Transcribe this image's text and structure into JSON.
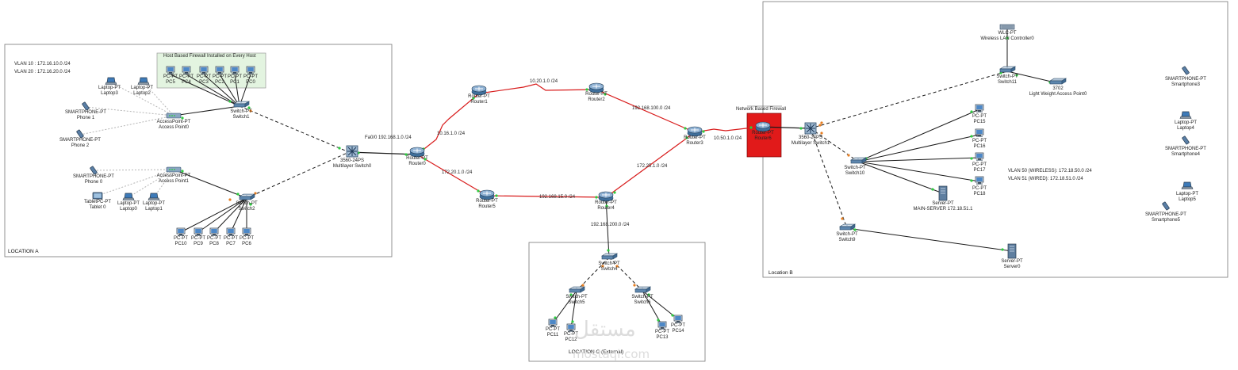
{
  "locations": {
    "a": "LOCATION A",
    "b": "Location B",
    "c": "LOCATION C (External)"
  },
  "hbf_title": "Host Based Firewall Installed on Every Host",
  "nbf_title": "Network Based Firewall",
  "vlan_a": [
    "VLAN 10 : 172.16.10.0 /24",
    "VLAN 20 : 172.16.20.0 /24"
  ],
  "vlan_b": [
    "VLAN 50 (WIRELESS): 172.18.50.0 /24",
    "VLAN 51 (WIRED): 172.18.51.0 /24"
  ],
  "subnets": {
    "r1_r2": "10.20.1.0 /24",
    "r0_r1": "10.16.1.0 /24",
    "ms0_r0": "Fa0/0 192.168.1.0 /24",
    "r0_r5": "172.20.1.0 /24",
    "r5_r4": "192.168.15.0 /24",
    "r2_r3": "192.168.100.0 /24",
    "r3_r4": "172.25.1.0 /24",
    "r4_s4": "192.168.200.0 /24",
    "r3_r6": "10.50.1.0 /24"
  },
  "devices": {
    "pc5": [
      "PC-PT",
      "PC5"
    ],
    "pc4": [
      "PC-PT",
      "PC4"
    ],
    "pc3": [
      "PC-PT",
      "PC3"
    ],
    "pc2": [
      "PC-PT",
      "PC2"
    ],
    "pc1": [
      "PC-PT",
      "PC1"
    ],
    "pc0": [
      "PC-PT",
      "PC0"
    ],
    "laptop3": [
      "Laptop-PT",
      "Laptop3"
    ],
    "laptop2": [
      "Laptop-PT",
      "Laptop2"
    ],
    "phone1": [
      "SMARTPHONE-PT",
      "Phone 1"
    ],
    "phone2": [
      "SMARTPHONE-PT",
      "Phone 2"
    ],
    "ap0": [
      "AccessPoint-PT",
      "Access Point0"
    ],
    "switch1": [
      "Switch-PT",
      "Switch1"
    ],
    "ms0": [
      "3560-24PS",
      "Multilayer Switch0"
    ],
    "phone0": [
      "SMARTPHONE-PT",
      "Phone 0"
    ],
    "tablet0": [
      "TabletPC-PT",
      "Tablet 0"
    ],
    "laptop0": [
      "Laptop-PT",
      "Laptop0"
    ],
    "laptop1": [
      "Laptop-PT",
      "Laptop1"
    ],
    "ap1": [
      "AccessPoint-PT",
      "Access Point1"
    ],
    "switch2": [
      "Switch-PT",
      "Switch2"
    ],
    "pc10": [
      "PC-PT",
      "PC10"
    ],
    "pc9": [
      "PC-PT",
      "PC9"
    ],
    "pc8": [
      "PC-PT",
      "PC8"
    ],
    "pc7": [
      "PC-PT",
      "PC7"
    ],
    "pc6": [
      "PC-PT",
      "PC6"
    ],
    "router0": [
      "Router-PT",
      "Router0"
    ],
    "router1": [
      "Router-PT",
      "Router1"
    ],
    "router2": [
      "Router-PT",
      "Router2"
    ],
    "router3": [
      "Router-PT",
      "Router3"
    ],
    "router4": [
      "Router-PT",
      "Router4"
    ],
    "router5": [
      "Router-PT",
      "Router5"
    ],
    "router6": [
      "Router-PT",
      "Router6"
    ],
    "switch4": [
      "Switch-PT",
      "Switch4"
    ],
    "switch5": [
      "Switch-PT",
      "Switch5"
    ],
    "switch6": [
      "Switch-PT",
      "Switch6"
    ],
    "pc11": [
      "PC-PT",
      "PC11"
    ],
    "pc12": [
      "PC-PT",
      "PC12"
    ],
    "pc13": [
      "PC-PT",
      "PC13"
    ],
    "pc14": [
      "PC-PT",
      "PC14"
    ],
    "ms1": [
      "3560-24PS",
      "Multilayer Switch1"
    ],
    "wlc": [
      "WLC-PT",
      "Wireless LAN Controller0"
    ],
    "switch11": [
      "Switch-PT",
      "Switch11"
    ],
    "lwap": [
      "3702",
      "Light Weight Access Point0"
    ],
    "switch10": [
      "Switch-PT",
      "Switch10"
    ],
    "pc15": [
      "PC-PT",
      "PC15"
    ],
    "pc16": [
      "PC-PT",
      "PC16"
    ],
    "pc17": [
      "PC-PT",
      "PC17"
    ],
    "pc18": [
      "PC-PT",
      "PC18"
    ],
    "mainserver": [
      "Server-PT",
      "MAIN-SERVER 172.18.51.1"
    ],
    "switch9": [
      "Switch-PT",
      "Switch9"
    ],
    "server0": [
      "Server-PT",
      "Server0"
    ],
    "smartphone3": [
      "SMARTPHONE-PT",
      "Smartphone3"
    ],
    "laptop4": [
      "Laptop-PT",
      "Laptop4"
    ],
    "smartphone4": [
      "SMARTPHONE-PT",
      "Smartphone4"
    ],
    "laptop5": [
      "Laptop-PT",
      "Laptop5"
    ],
    "smartphone5": [
      "SMARTPHONE-PT",
      "Smartphone5"
    ]
  },
  "watermark": {
    "arabic": "مستقل",
    "latin": "mostaql.com"
  },
  "colors": {
    "link": "#1a1a1a",
    "serial": "#d81b1b",
    "port": "#2ecc40",
    "port_alt": "#e67e22",
    "firewall": "#e11a1a",
    "hbf_box": "#e3f4e0"
  }
}
